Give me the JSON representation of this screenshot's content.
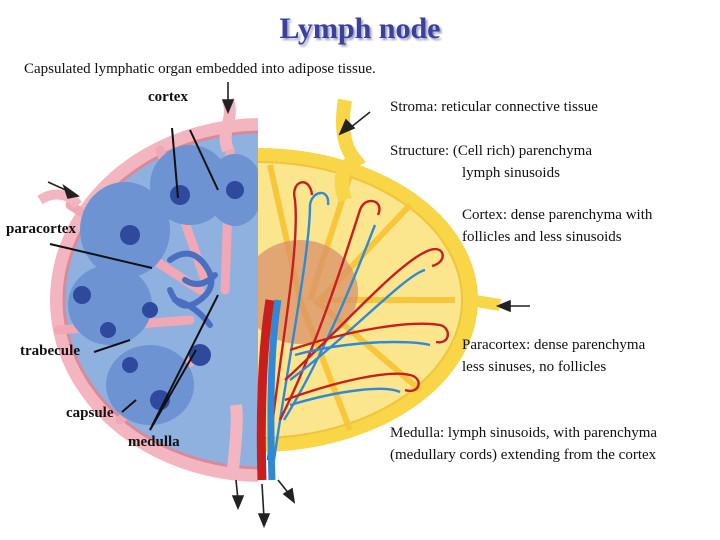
{
  "title": "Lymph node",
  "subtitle": "Capsulated lymphatic organ embedded into adipose tissue.",
  "labels": {
    "cortex": "cortex",
    "paracortex": "paracortex",
    "trabecule": "trabecule",
    "capsule": "capsule",
    "medulla": "medulla"
  },
  "notes": {
    "stroma": "Stroma: reticular connective tissue",
    "structure_1": "Structure: (Cell rich) parenchyma",
    "structure_2": "lymph sinusoids",
    "cortex_1": "Cortex: dense parenchyma with",
    "cortex_2": "follicles and less sinusoids",
    "paracortex_1": "Paracortex: dense parenchyma",
    "paracortex_2": "less sinuses, no follicles",
    "medulla_1": "Medulla: lymph sinusoids, with parenchyma",
    "medulla_2": "(medullary cords) extending from the cortex"
  },
  "colors": {
    "title": "#3b3f9e",
    "capsule_pink": "#f3b6c0",
    "sinus_blue": "#8fb1e0",
    "follicle_blue": "#5c82c9",
    "nodule_dark": "#2f4a9c",
    "fat_yellow": "#f8d648",
    "fat_light": "#fbe68e",
    "artery_red": "#c81e1e",
    "vein_blue": "#2e89d6",
    "germinal_orange": "#d9906a"
  }
}
